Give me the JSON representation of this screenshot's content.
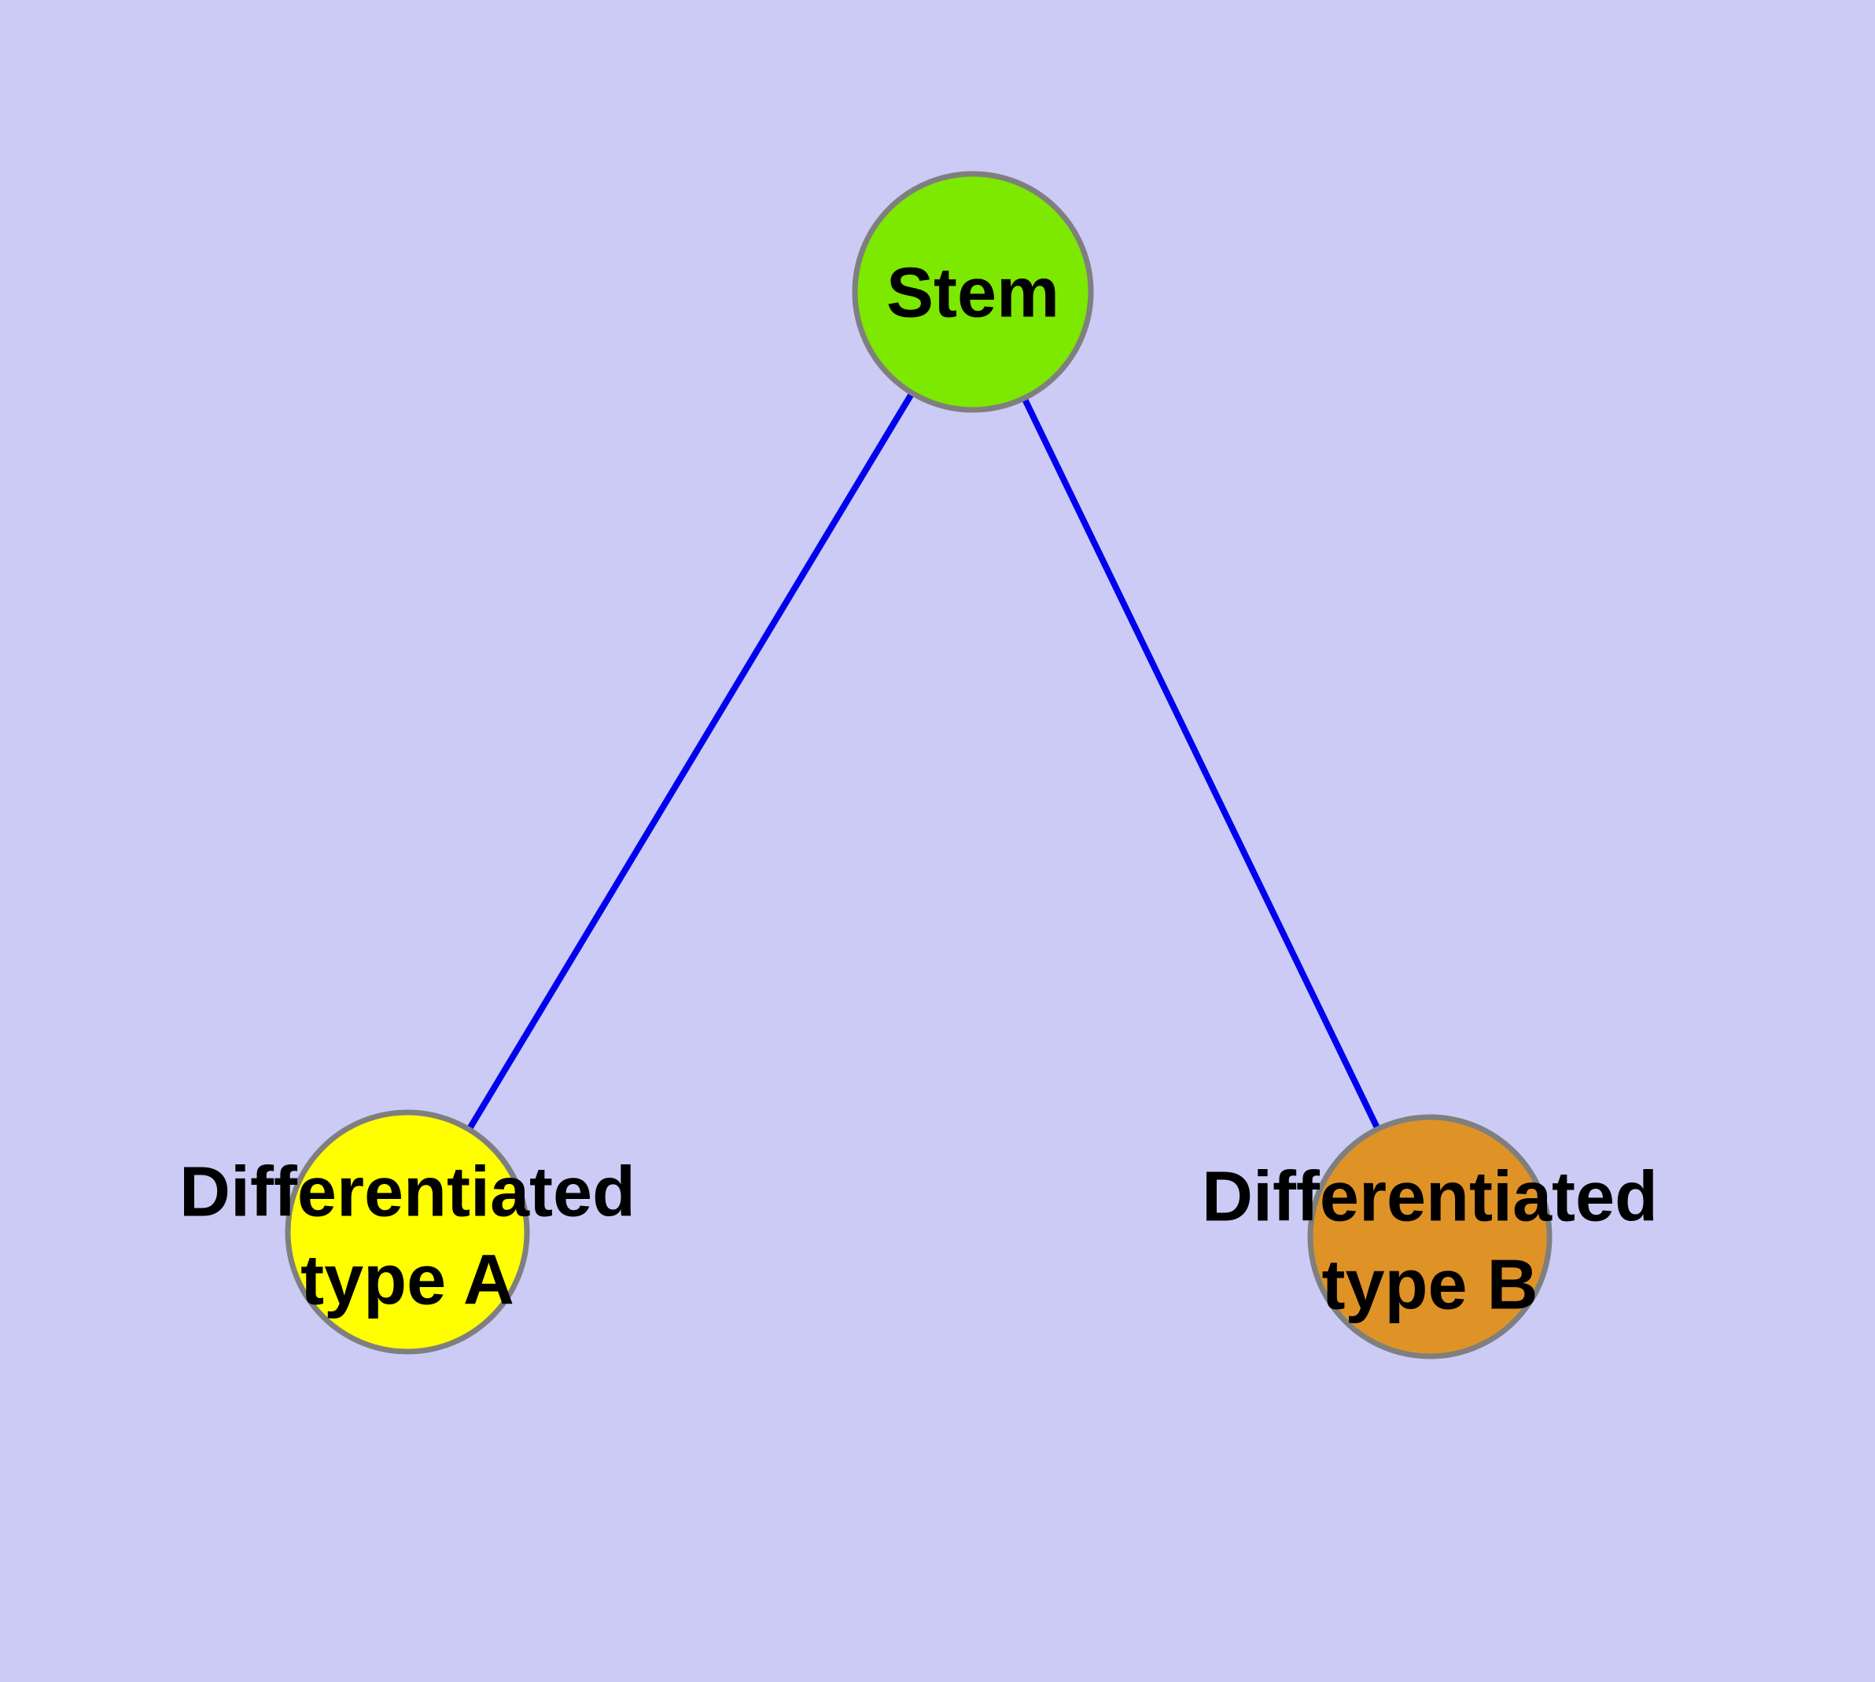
{
  "canvas": {
    "background_color": "#CBCBF5"
  },
  "graph": {
    "edge_color": "#0000EE",
    "node_border_color": "#7F7F7F",
    "label_color": "#000000",
    "nodes": [
      {
        "id": "stem",
        "label_lines": [
          "Stem"
        ],
        "fill": "#7DE800"
      },
      {
        "id": "type-a",
        "label_lines": [
          "Differentiated",
          "type A"
        ],
        "fill": "#FFFF00"
      },
      {
        "id": "type-b",
        "label_lines": [
          "Differentiated",
          "type B"
        ],
        "fill": "#DF9326"
      }
    ],
    "edges": [
      {
        "from": "Stem",
        "to": "Differentiated type A"
      },
      {
        "from": "Stem",
        "to": "Differentiated type B"
      }
    ]
  }
}
